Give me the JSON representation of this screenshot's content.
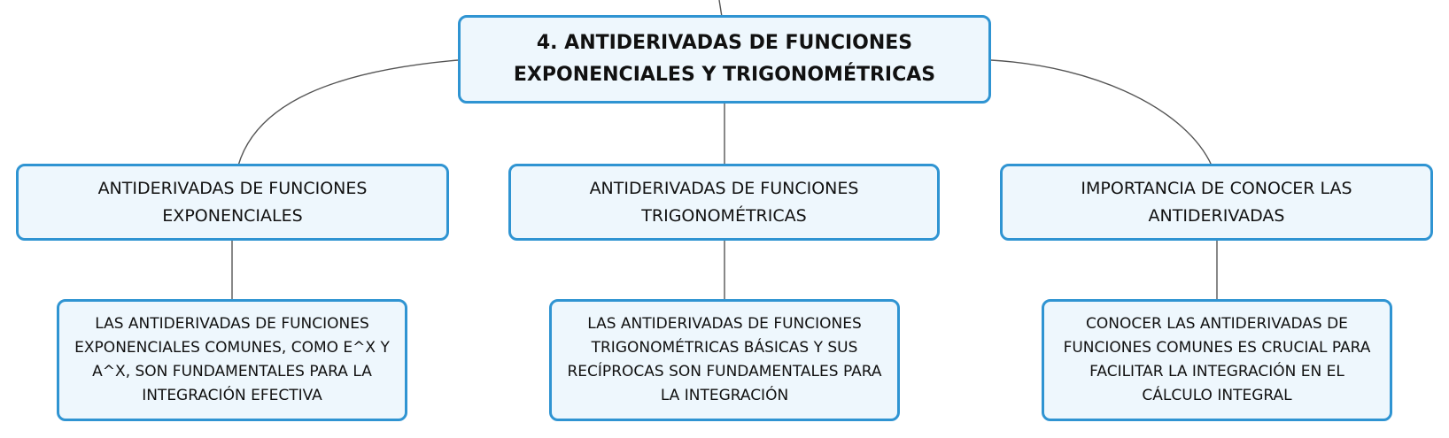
{
  "colors": {
    "node_fill": "#eef7fd",
    "node_border": "#2f94d2",
    "connector": "#555555",
    "text": "#111111"
  },
  "root": {
    "title": "4. ANTIDERIVADAS DE FUNCIONES EXPONENCIALES Y TRIGONOMÉTRICAS"
  },
  "branches": [
    {
      "label": "ANTIDERIVADAS DE FUNCIONES EXPONENCIALES",
      "detail": "LAS ANTIDERIVADAS DE FUNCIONES EXPONENCIALES COMUNES, COMO E^X Y A^X, SON FUNDAMENTALES PARA LA INTEGRACIÓN EFECTIVA"
    },
    {
      "label": "ANTIDERIVADAS DE FUNCIONES TRIGONOMÉTRICAS",
      "detail": "LAS ANTIDERIVADAS DE FUNCIONES TRIGONOMÉTRICAS BÁSICAS Y SUS RECÍPROCAS SON FUNDAMENTALES PARA LA INTEGRACIÓN"
    },
    {
      "label": "IMPORTANCIA DE CONOCER LAS ANTIDERIVADAS",
      "detail": "CONOCER LAS ANTIDERIVADAS DE FUNCIONES COMUNES ES CRUCIAL PARA FACILITAR LA INTEGRACIÓN EN EL CÁLCULO INTEGRAL"
    }
  ]
}
